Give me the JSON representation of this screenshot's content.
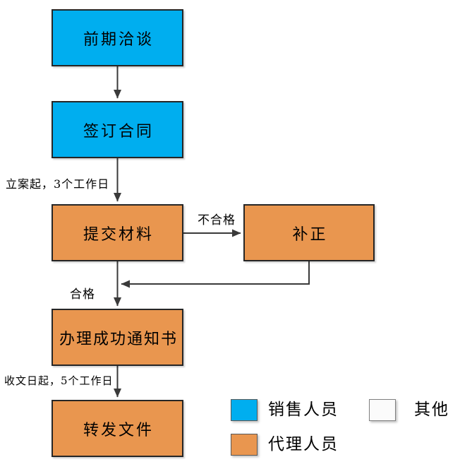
{
  "flowchart": {
    "nodes": [
      {
        "id": "qianqi",
        "label": "前期洽谈",
        "role": "sales"
      },
      {
        "id": "qianding",
        "label": "签订合同",
        "role": "sales"
      },
      {
        "id": "tijiao",
        "label": "提交材料",
        "role": "agent"
      },
      {
        "id": "buzheng",
        "label": "补正",
        "role": "agent"
      },
      {
        "id": "banli",
        "label": "办理成功通知书",
        "role": "agent"
      },
      {
        "id": "zhuanfa",
        "label": "转发文件",
        "role": "agent"
      }
    ],
    "edge_labels": {
      "filing_duration": "立案起，3个工作日",
      "unqualified": "不合格",
      "qualified": "合格",
      "receipt_duration": "收文日起，5个工作日"
    },
    "edges": [
      {
        "from": "qianqi",
        "to": "qianding"
      },
      {
        "from": "qianding",
        "to": "tijiao",
        "label": "立案起，3个工作日"
      },
      {
        "from": "tijiao",
        "to": "buzheng",
        "label": "不合格"
      },
      {
        "from": "buzheng",
        "to": "banli"
      },
      {
        "from": "tijiao",
        "to": "banli",
        "label": "合格"
      },
      {
        "from": "banli",
        "to": "zhuanfa",
        "label": "收文日起，5个工作日"
      }
    ]
  },
  "legend": {
    "items": [
      {
        "key": "sales",
        "label": "销售人员",
        "color": "#00AEEF"
      },
      {
        "key": "other",
        "label": "其他",
        "color": "#FBFBFB"
      },
      {
        "key": "agent",
        "label": "代理人员",
        "color": "#E9964F"
      }
    ]
  },
  "colors": {
    "sales_fill": "#00AEEF",
    "agent_fill": "#E9964F",
    "other_fill": "#FBFBFB",
    "node_border": "#262626",
    "connector": "#3A3A3A"
  }
}
